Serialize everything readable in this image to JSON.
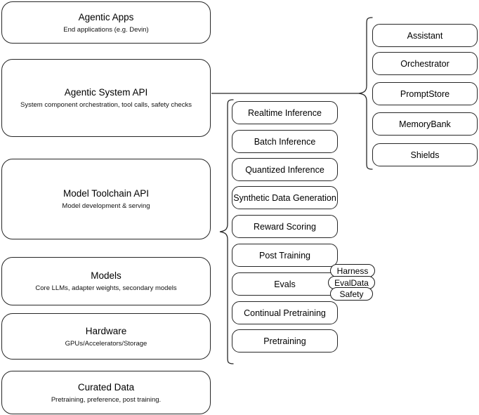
{
  "diagram": {
    "title": "AI stack layers diagram",
    "stroke_color": "#262626",
    "background_color": "#ffffff"
  },
  "stack_layers": [
    {
      "id": "agentic-apps",
      "title": "Agentic Apps",
      "subtitle": "End applications (e.g. Devin)"
    },
    {
      "id": "agentic-system-api",
      "title": "Agentic System API",
      "subtitle": "System component orchestration, tool calls, safety checks"
    },
    {
      "id": "model-toolchain-api",
      "title": "Model Toolchain API",
      "subtitle": "Model development & serving"
    },
    {
      "id": "models",
      "title": "Models",
      "subtitle": "Core LLMs, adapter weights, secondary models"
    },
    {
      "id": "hardware",
      "title": "Hardware",
      "subtitle": "GPUs/Accelerators/Storage"
    },
    {
      "id": "curated-data",
      "title": "Curated Data",
      "subtitle": "Pretraining, preference, post training."
    }
  ],
  "toolchain_capabilities": [
    {
      "id": "realtime-inference",
      "label": "Realtime Inference"
    },
    {
      "id": "batch-inference",
      "label": "Batch Inference"
    },
    {
      "id": "quantized-inference",
      "label": "Quantized Inference"
    },
    {
      "id": "synthetic-data-generation",
      "label": "Synthetic Data Generation"
    },
    {
      "id": "reward-scoring",
      "label": "Reward Scoring"
    },
    {
      "id": "post-training",
      "label": "Post Training"
    },
    {
      "id": "evals",
      "label": "Evals"
    },
    {
      "id": "continual-pretraining",
      "label": "Continual Pretraining"
    },
    {
      "id": "pretraining",
      "label": "Pretraining"
    }
  ],
  "evals_tags": [
    {
      "id": "harness",
      "label": "Harness"
    },
    {
      "id": "evaldata",
      "label": "EvalData"
    },
    {
      "id": "safety",
      "label": "Safety"
    }
  ],
  "agentic_components": [
    {
      "id": "assistant",
      "label": "Assistant"
    },
    {
      "id": "orchestrator",
      "label": "Orchestrator"
    },
    {
      "id": "promptstore",
      "label": "PromptStore"
    },
    {
      "id": "memorybank",
      "label": "MemoryBank"
    },
    {
      "id": "shields",
      "label": "Shields"
    }
  ]
}
